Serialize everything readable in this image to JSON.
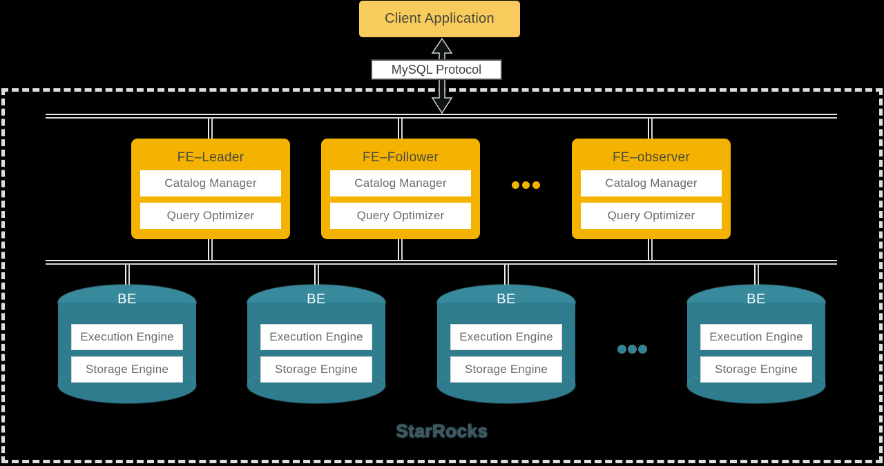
{
  "diagram": {
    "client": {
      "label": "Client Application"
    },
    "protocol": {
      "label": "MySQL Protocol"
    },
    "fe": {
      "nodes": [
        {
          "title": "FE–Leader",
          "components": [
            "Catalog Manager",
            "Query Optimizer"
          ]
        },
        {
          "title": "FE–Follower",
          "components": [
            "Catalog Manager",
            "Query Optimizer"
          ]
        },
        {
          "title": "FE–observer",
          "components": [
            "Catalog Manager",
            "Query Optimizer"
          ]
        }
      ],
      "ellipsis": "..."
    },
    "be": {
      "nodes": [
        {
          "title": "BE",
          "components": [
            "Execution Engine",
            "Storage Engine"
          ]
        },
        {
          "title": "BE",
          "components": [
            "Execution Engine",
            "Storage Engine"
          ]
        },
        {
          "title": "BE",
          "components": [
            "Execution Engine",
            "Storage Engine"
          ]
        },
        {
          "title": "BE",
          "components": [
            "Execution Engine",
            "Storage Engine"
          ]
        }
      ],
      "ellipsis": "..."
    },
    "brand": "StarRocks",
    "colors": {
      "background": "#000000",
      "client_box": "#F8CC5C",
      "fe_box": "#F5B301",
      "fe_dots": "#F2B200",
      "be_cylinder_body": "#2E7C8E",
      "be_cylinder_top": "#37899B",
      "be_dots": "#2F8396",
      "component_box": "#FFFFFF",
      "component_text": "#6A6A6A",
      "connector_line": "#EDEDED",
      "dashed_border": "#DEDEDE",
      "brand_text": "#41545B"
    }
  }
}
